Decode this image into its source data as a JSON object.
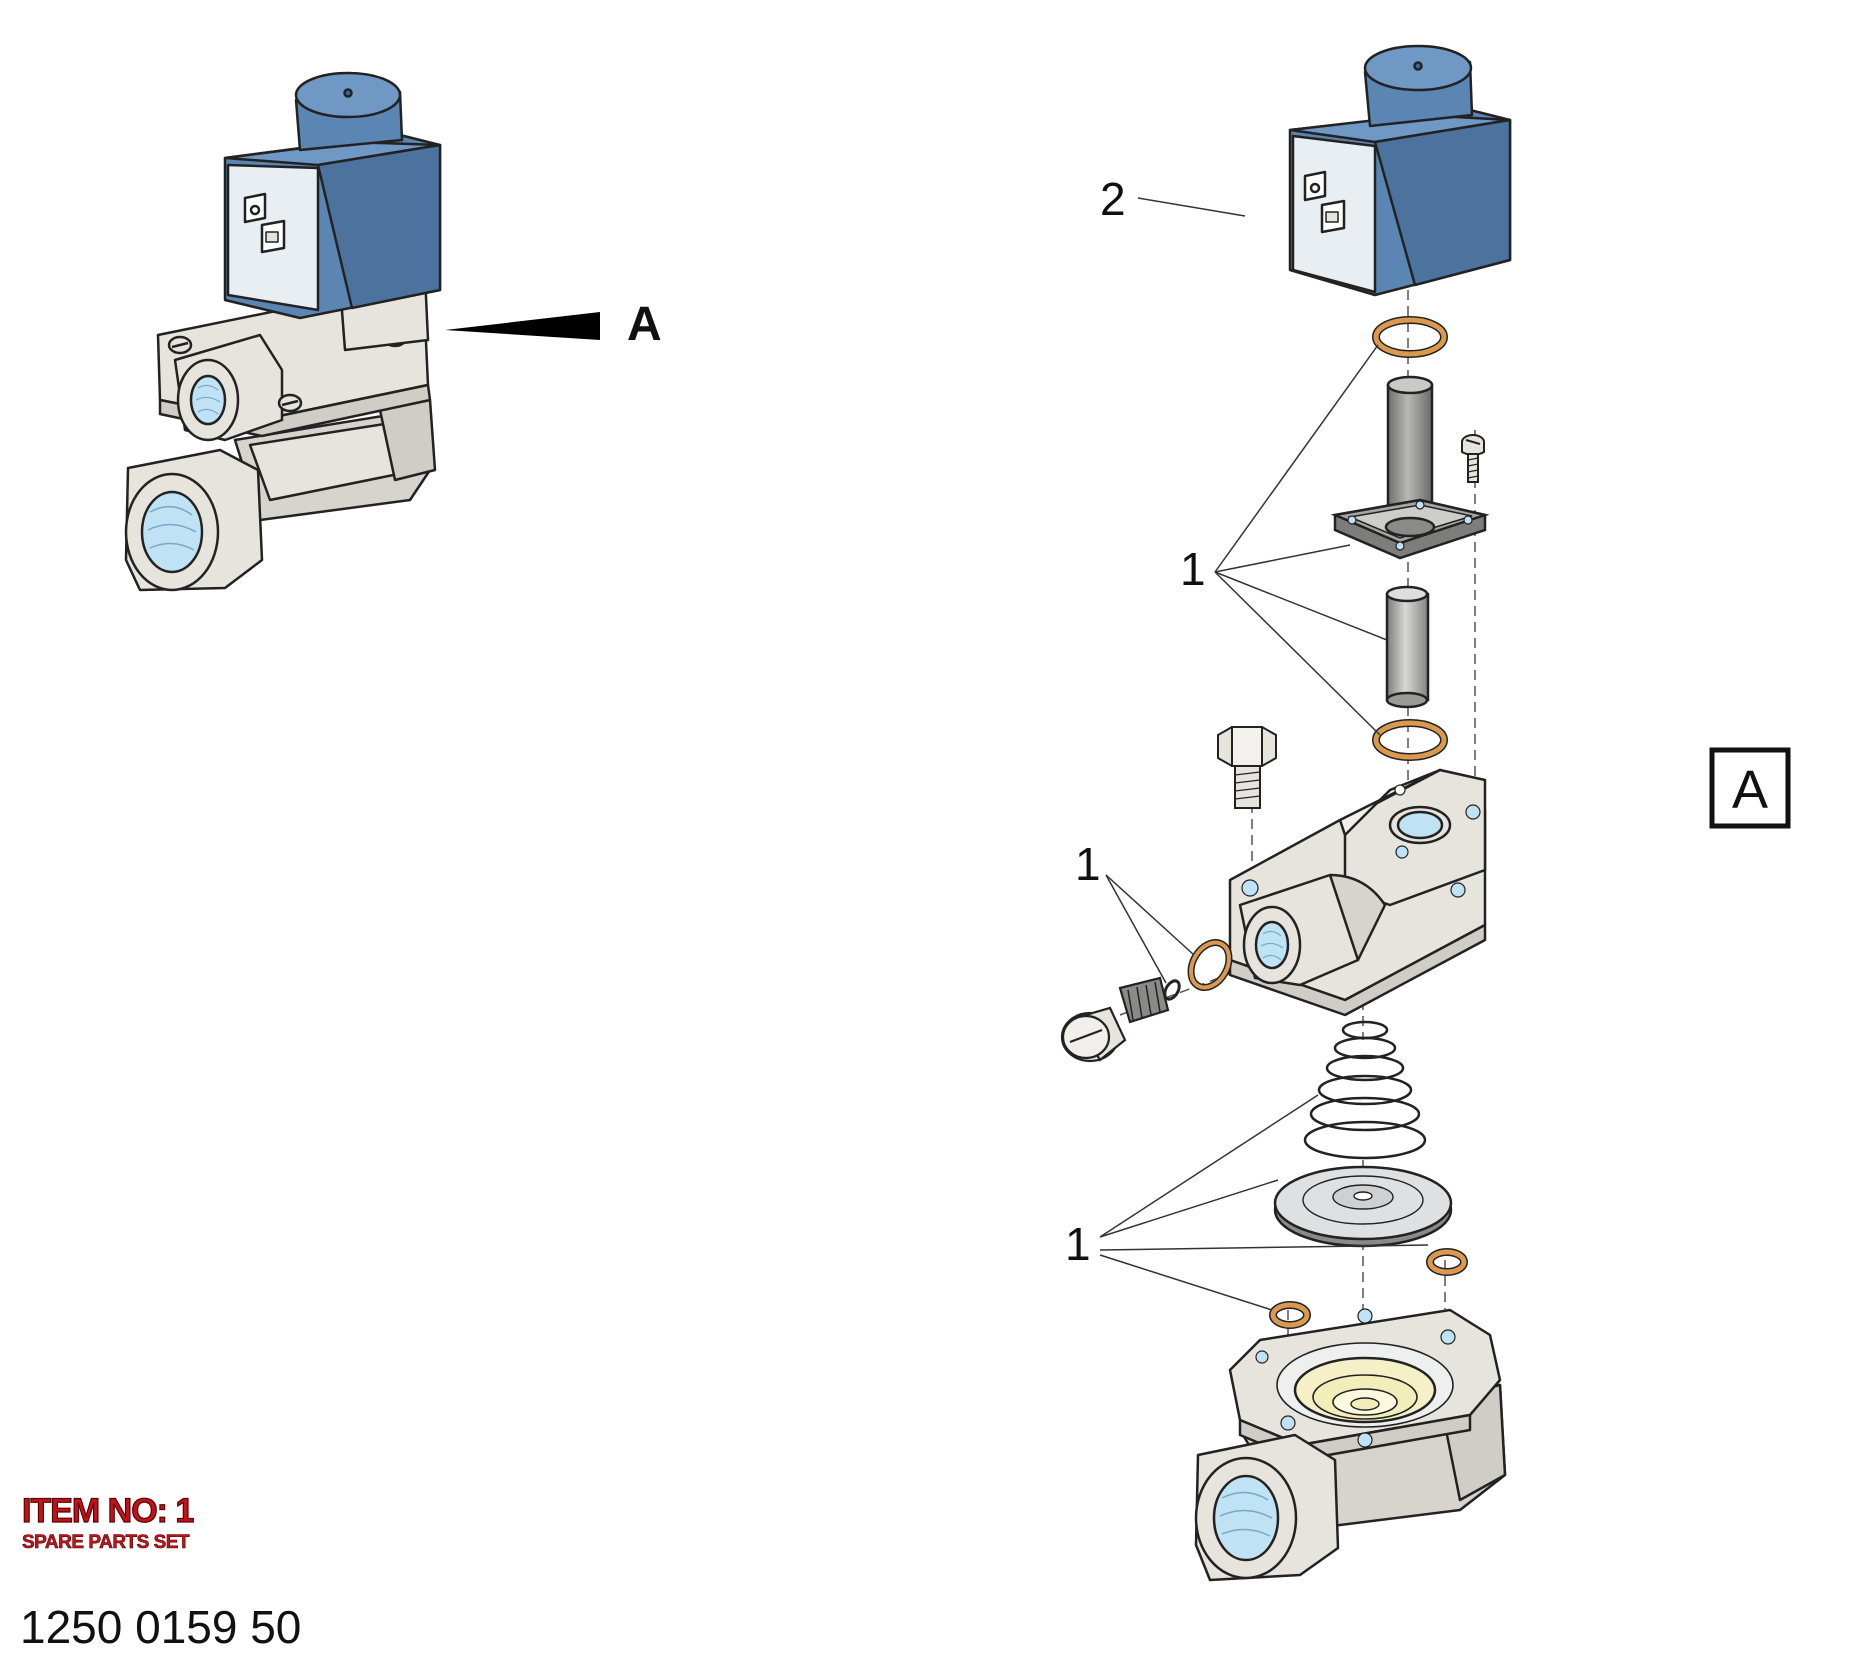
{
  "labels": {
    "view_marker": "A",
    "view_box": "A",
    "callout_2": "2",
    "callout_1_top": "1",
    "callout_1_mid": "1",
    "callout_1_low": "1"
  },
  "item": {
    "title": "ITEM NO: 1",
    "subtitle": "SPARE PARTS SET"
  },
  "part_number": "1250 0159 50",
  "colors": {
    "coil_blue": "#5b86b3",
    "coil_blue_dark": "#3f6590",
    "body_grey": "#e6e4dc",
    "port_blue": "#bfe3f5",
    "oring": "#d99a50",
    "tube_grey": "#9a9a98",
    "item_red": "#c0141c"
  }
}
